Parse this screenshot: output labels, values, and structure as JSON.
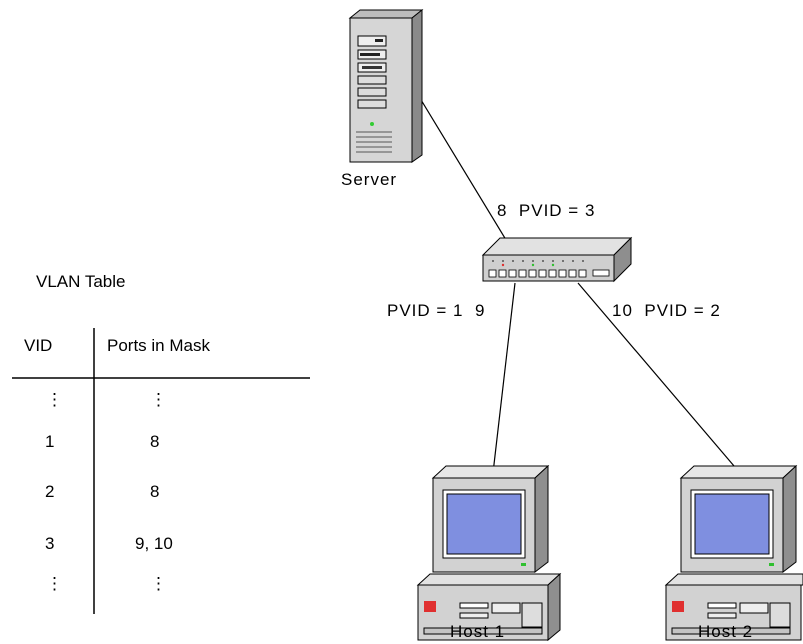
{
  "nodes": {
    "server": "Server",
    "host1": "Host 1",
    "host2": "Host 2"
  },
  "ports": {
    "server_link": "8  PVID = 3",
    "host1_link": "PVID = 1  9",
    "host2_link": "10  PVID = 2"
  },
  "vlan_table": {
    "title": "VLAN Table",
    "headers": [
      "VID",
      "Ports in Mask"
    ],
    "rows": [
      {
        "vid": "⋮",
        "ports": "⋮"
      },
      {
        "vid": "1",
        "ports": "8"
      },
      {
        "vid": "2",
        "ports": "8"
      },
      {
        "vid": "3",
        "ports": "9, 10"
      },
      {
        "vid": "⋮",
        "ports": "⋮"
      }
    ]
  },
  "colors": {
    "screen": "#7f8fe0",
    "case": "#d4d4d4",
    "case_dark": "#9a9a9a",
    "power_red": "#e03030",
    "led_green": "#30c030"
  }
}
